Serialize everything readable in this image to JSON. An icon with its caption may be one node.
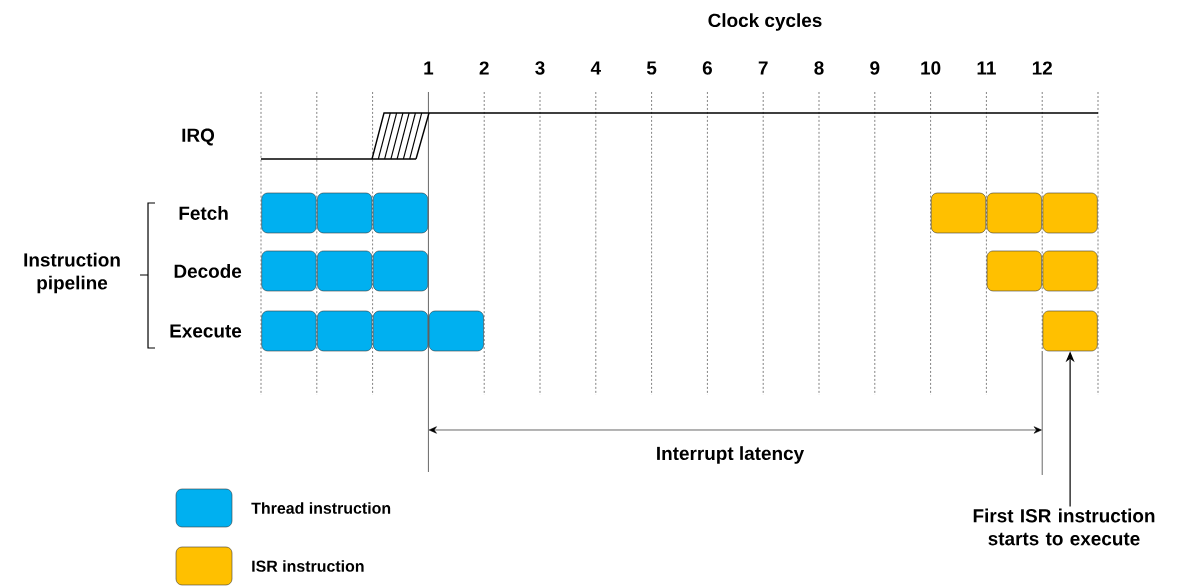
{
  "diagram": {
    "nodes": [
      {
        "text": [],
        "shape": "box"
      },
      {
        "text": [],
        "shape": "box"
      },
      {
        "text": [],
        "shape": "box"
      },
      {
        "text": [],
        "shape": "box"
      },
      {
        "text": [],
        "shape": "box"
      },
      {
        "text": [],
        "shape": "box"
      },
      {
        "text": [],
        "shape": "box"
      },
      {
        "text": [],
        "shape": "box"
      },
      {
        "text": [],
        "shape": "box"
      },
      {
        "text": [],
        "shape": "box"
      },
      {
        "text": [],
        "shape": "box"
      },
      {
        "text": [],
        "shape": "box"
      },
      {
        "text": [],
        "shape": "box"
      },
      {
        "text": [],
        "shape": "box"
      },
      {
        "text": [],
        "shape": "box"
      },
      {
        "text": [],
        "shape": "box"
      },
      {
        "text": [
          "First ISR instruction starts to execute"
        ]
      }
    ],
    "edges": [
      {
        "from": 16,
        "to": 15,
        "arrow": "to"
      }
    ],
    "labels": [
      "Clock cycles",
      "1",
      "2",
      "3",
      "4",
      "5",
      "6",
      "7",
      "8",
      "9",
      "10",
      "11",
      "12",
      "IRQ",
      "Fetch",
      "Decode",
      "Execute",
      "Instruction pipeline",
      "Interrupt latency"
    ],
    "legend": [
      {
        "text": "Thread instruction",
        "color": "#00b0f0"
      },
      {
        "text": "ISR instruction",
        "color": "#ffc000"
      }
    ]
  }
}
